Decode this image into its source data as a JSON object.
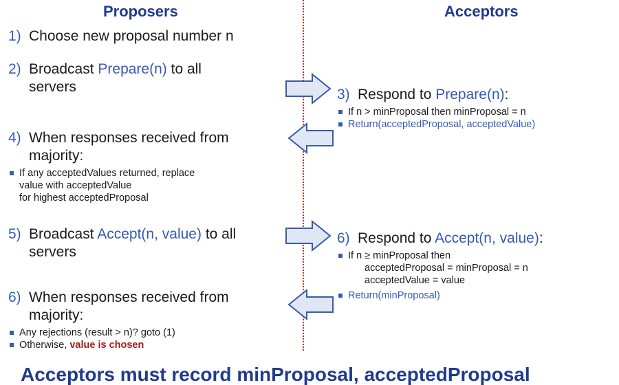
{
  "headers": {
    "proposers": "Proposers",
    "acceptors": "Acceptors"
  },
  "proposer_steps": [
    {
      "num": "1)",
      "text": "Choose new proposal number n"
    },
    {
      "num": "2)",
      "pre": "Broadcast ",
      "call": "Prepare(n)",
      "post": " to all",
      "line2": "servers"
    },
    {
      "num": "4)",
      "text": "When responses received from",
      "line2": "majority:",
      "bullets": [
        "If any acceptedValues returned, replace",
        "value with acceptedValue",
        "for highest acceptedProposal"
      ]
    },
    {
      "num": "5)",
      "pre": "Broadcast ",
      "call": "Accept(n, value)",
      "post": " to all",
      "line2": "servers"
    },
    {
      "num": "6)",
      "text": "When responses received from",
      "line2": "majority:",
      "bullets": [
        "Any rejections (result > n)?  goto (1)"
      ],
      "last_bullet_pre": "Otherwise, ",
      "last_bullet_emph": "value is chosen"
    }
  ],
  "acceptor_steps": [
    {
      "num": "3)",
      "pre": "Respond to ",
      "call": "Prepare(n)",
      "post": ":",
      "bullets": [
        "If n > minProposal then minProposal = n"
      ],
      "blue_bullet": "Return(acceptedProposal, acceptedValue)"
    },
    {
      "num": "6)",
      "pre": "Respond to ",
      "call": "Accept(n, value)",
      "post": ":",
      "bullet": "If n ≥ minProposal then",
      "indent_lines": [
        "acceptedProposal = minProposal = n",
        "acceptedValue = value"
      ],
      "blue_bullet": "Return(minProposal)"
    }
  ],
  "footer": "Acceptors must record minProposal, acceptedProposal",
  "colors": {
    "heading": "#1f3b8c",
    "call": "#3559b3",
    "divider": "#c22a2a",
    "arrow_fill": "#dfe7f5",
    "arrow_stroke": "#3a5aa8",
    "emphasis": "#9b1c1c"
  }
}
